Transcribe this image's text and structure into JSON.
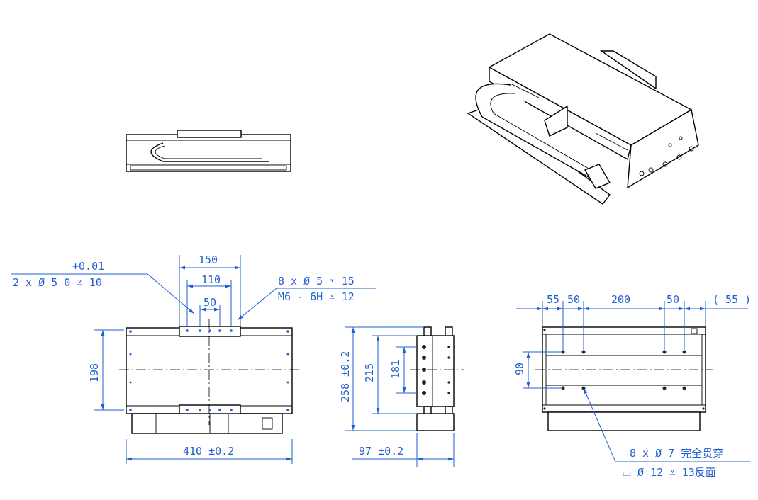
{
  "dimensions": {
    "top_150": "150",
    "top_110": "110",
    "top_50": "50",
    "tol_plus": "+0.01",
    "hole_left": "2 x Ø 5  0    ⩡ 10",
    "hole_right_1": "8 x Ø 5 ⩡ 15",
    "hole_right_2": "M6 - 6H ⩡ 12",
    "height_198": "198",
    "width_410": "410 ±0.2",
    "side_258": "258 ±0.2",
    "side_215": "215",
    "side_181": "181",
    "side_97": "97 ±0.2",
    "bottom_55a": "55",
    "bottom_50a": "50",
    "bottom_200": "200",
    "bottom_50b": "50",
    "bottom_55b": "( 55 )",
    "bottom_90": "90",
    "thru_holes": "8 x Ø 7 完全贯穿",
    "cbore": "⌴ Ø 12 ⩡ 13反面"
  }
}
